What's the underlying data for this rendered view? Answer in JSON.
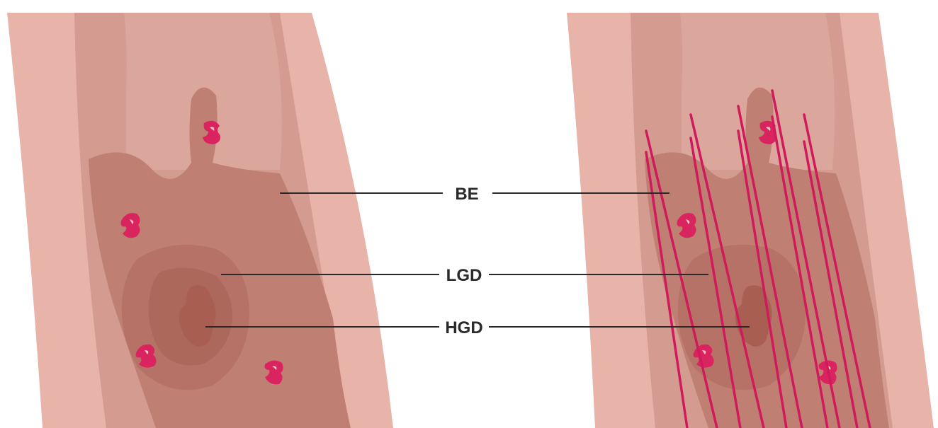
{
  "labels": {
    "be": "BE",
    "lgd": "LGD",
    "hgd": "HGD"
  },
  "colors": {
    "background": "#ffffff",
    "esophagus_outer": "#e8b3a9",
    "esophagus_lumen": "#c98d82",
    "barrett_mucosa": "#bf7f73",
    "lgd_region": "#b67266",
    "hgd_region": "#a85f52",
    "nodules": "#d9245f",
    "ablation_lines": "#d11a5b",
    "leader_lines": "#2a2a2a"
  },
  "icons": {
    "nodule": "magenta-nodule-icon",
    "ablation": "ablation-line"
  }
}
